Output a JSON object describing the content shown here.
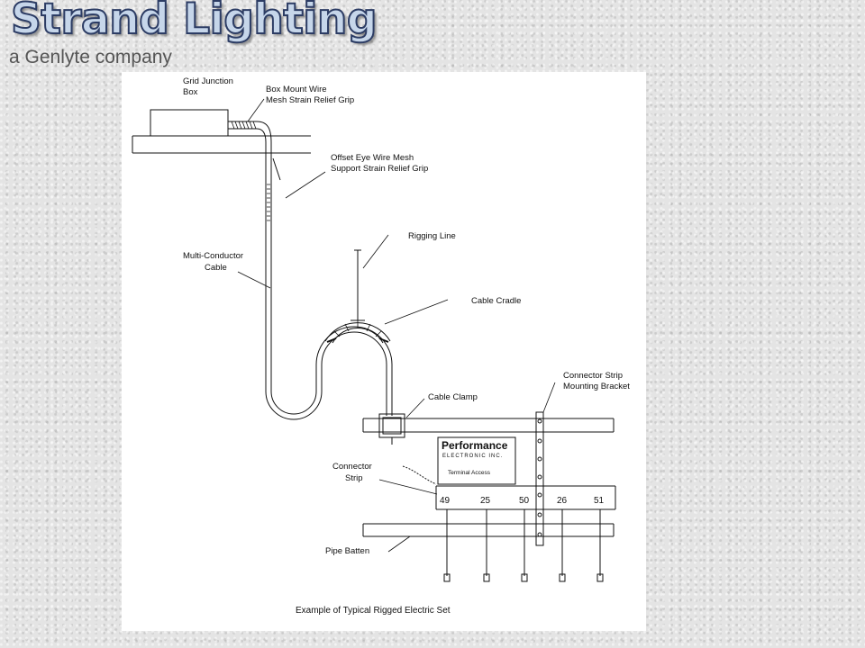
{
  "logo": {
    "title": "Strand Lighting",
    "subtitle": "a Genlyte company"
  },
  "diagram": {
    "caption": "Example of Typical Rigged Electric Set",
    "labels": {
      "grid_junction_line1": "Grid Junction",
      "grid_junction_line2": "Box",
      "box_mount_line1": "Box Mount Wire",
      "box_mount_line2": "Mesh Strain Relief Grip",
      "offset_eye_line1": "Offset Eye Wire Mesh",
      "offset_eye_line2": "Support Strain Relief Grip",
      "rigging_line": "Rigging Line",
      "multi_conductor_line1": "Multi-Conductor",
      "multi_conductor_line2": "Cable",
      "cable_cradle": "Cable Cradle",
      "connector_bracket_line1": "Connector Strip",
      "connector_bracket_line2": "Mounting Bracket",
      "cable_clamp": "Cable Clamp",
      "connector_strip_line1": "Connector",
      "connector_strip_line2": "Strip",
      "pipe_batten": "Pipe Batten"
    },
    "panel": {
      "brand": "Performance",
      "brand_sub": "ELECTRONIC INC.",
      "terminal": "Terminal Access"
    },
    "circuits": [
      "49",
      "25",
      "50",
      "26",
      "51"
    ]
  }
}
